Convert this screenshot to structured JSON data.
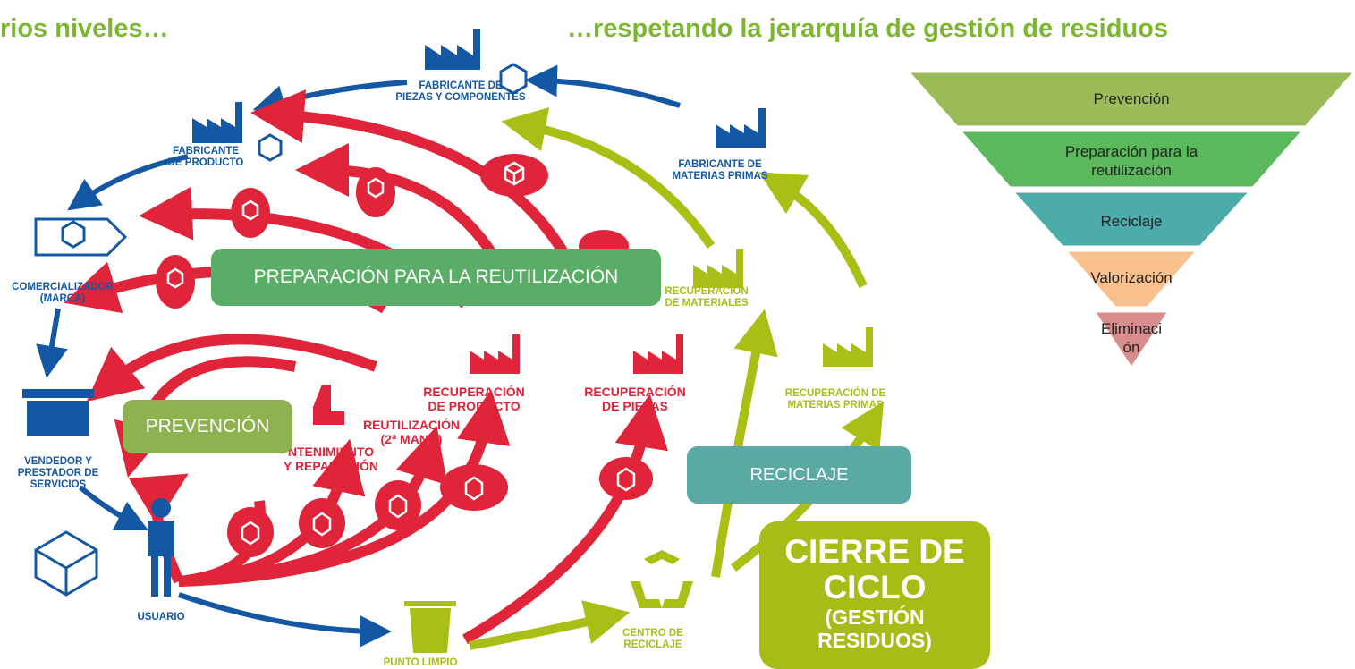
{
  "titles": {
    "left": "rios niveles…",
    "right": "…respetando la jerarquía de gestión de residuos"
  },
  "nodes": {
    "fab_piezas": "FABRICANTE DE\nPIEZAS Y COMPONENTES",
    "fab_producto": "FABRICANTE\nDE PRODUCTO",
    "fab_materias": "FABRICANTE DE\nMATERIAS PRIMAS",
    "comercializador": "COMERCIALIZADOR\n(MARCA)",
    "vendedor": "VENDEDOR Y\nPRESTADOR DE\nSERVICIOS",
    "usuario": "USUARIO",
    "punto_limpio": "PUNTO LIMPIO",
    "centro_reciclaje": "CENTRO DE\nRECICLAJE",
    "recup_producto": "RECUPERACIÓN\nDE PRODUCTO",
    "recup_piezas": "RECUPERACIÓN\nDE PIEZAS",
    "reutilizacion": "REUTILIZACIÓN\n(2ª MANO)",
    "mantenimiento": "NTENIMIENTO\nY REPARACIÓN",
    "recup_materiales": "RECUPERACIÓN\nDE MATERIALES",
    "recup_materias": "RECUPERACIÓN DE\nMATERIAS PRIMAS"
  },
  "boxes": {
    "preparacion": "PREPARACIÓN PARA LA REUTILIZACIÓN",
    "prevencion": "PREVENCIÓN",
    "reciclaje": "RECICLAJE",
    "cierre_line1": "CIERRE DE",
    "cierre_line2": "CICLO",
    "cierre_line3": "(GESTIÓN",
    "cierre_line4": "RESIDUOS)"
  },
  "hierarchy": {
    "levels": [
      {
        "label": "Prevención",
        "color": "#9bbb59"
      },
      {
        "label": "Preparación para la\nreutilización",
        "color": "#5cb85c"
      },
      {
        "label": "Reciclaje",
        "color": "#4bacaa"
      },
      {
        "label": "Valorización",
        "color": "#f8c08d"
      },
      {
        "label": "Eliminaci\nón",
        "color": "#d98c8c"
      }
    ]
  },
  "colors": {
    "blue": "#1458a3",
    "red": "#e0243a",
    "lime": "#a9bf16",
    "title_green": "#7cb82f"
  }
}
